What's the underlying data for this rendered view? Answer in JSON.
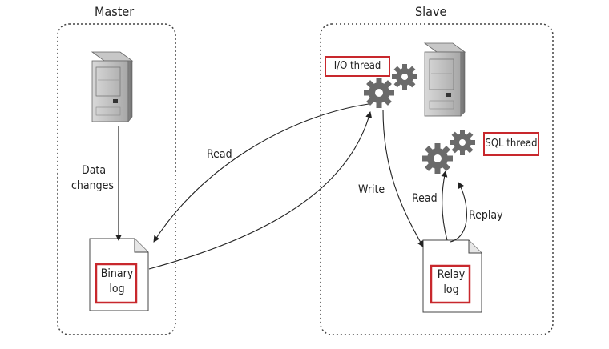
{
  "master": {
    "title": "Master",
    "data_changes_line1": "Data",
    "data_changes_line2": "changes",
    "binary_log_line1": "Binary",
    "binary_log_line2": "log"
  },
  "slave": {
    "title": "Slave",
    "io_thread": "I/O thread",
    "sql_thread": "SQL thread",
    "relay_log_line1": "Relay",
    "relay_log_line2": "log"
  },
  "edges": {
    "read_master": "Read",
    "write": "Write",
    "read_slave": "Read",
    "replay": "Replay"
  },
  "colors": {
    "highlight_border": "#c8282d",
    "gear": "#6a6a6a",
    "server": "#9a9a9a",
    "container_border": "#444444"
  }
}
